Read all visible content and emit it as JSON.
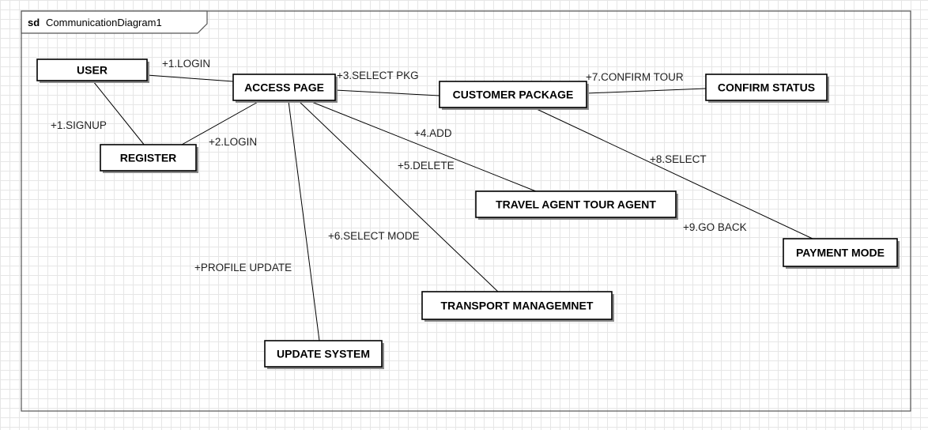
{
  "frame": {
    "keyword": "sd",
    "name": "CommunicationDiagram1"
  },
  "objects": {
    "user": "USER",
    "access_page": "ACCESS PAGE",
    "register": "REGISTER",
    "customer_package": "CUSTOMER PACKAGE",
    "confirm_status": "CONFIRM STATUS",
    "travel_agent": "TRAVEL AGENT TOUR AGENT",
    "payment_mode": "PAYMENT MODE",
    "transport_management": "TRANSPORT MANAGEMNET",
    "update_system": "UPDATE SYSTEM"
  },
  "messages": {
    "login_1": "+1.LOGIN",
    "signup_1": "+1.SIGNUP",
    "login_2": "+2.LOGIN",
    "select_pkg_3": "+3.SELECT PKG",
    "confirm_tour_7": "+7.CONFIRM TOUR",
    "add_4": "+4.ADD",
    "delete_5": "+5.DELETE",
    "select_8": "+8.SELECT",
    "go_back_9": "+9.GO BACK",
    "select_mode_6": "+6.SELECT MODE",
    "profile_update": "+PROFILE UPDATE"
  }
}
